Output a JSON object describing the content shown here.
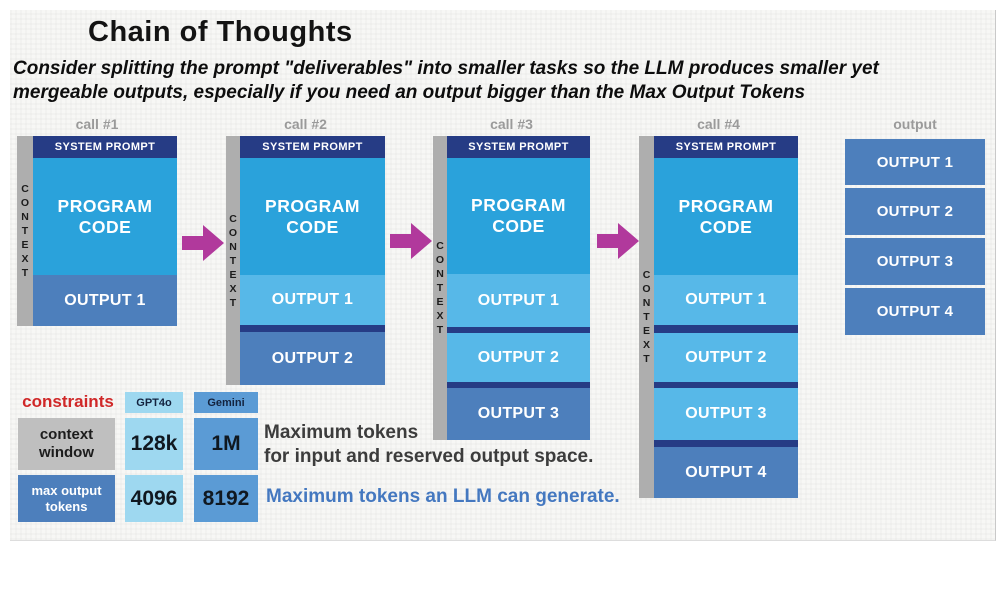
{
  "title": "Chain of Thoughts",
  "subtitle": "Consider splitting the prompt \"deliverables\" into smaller tasks so the LLM produces smaller yet\nmergeable outputs, especially if you need an output bigger than the Max Output Tokens",
  "calls": [
    {
      "label": "call #1",
      "context_label": "C\nO\nN\nT\nE\nX\nT",
      "system_prompt_label": "SYSTEM PROMPT",
      "program_code_label": "PROGRAM\nCODE",
      "outputs": [
        {
          "label": "OUTPUT 1"
        }
      ]
    },
    {
      "label": "call #2",
      "context_label": "C\nO\nN\nT\nE\nX\nT",
      "system_prompt_label": "SYSTEM PROMPT",
      "program_code_label": "PROGRAM\nCODE",
      "outputs": [
        {
          "label": "OUTPUT 1"
        },
        {
          "label": "OUTPUT 2"
        }
      ]
    },
    {
      "label": "call #3",
      "context_label": "C\nO\nN\nT\nE\nX\nT",
      "system_prompt_label": "SYSTEM PROMPT",
      "program_code_label": "PROGRAM\nCODE",
      "outputs": [
        {
          "label": "OUTPUT 1"
        },
        {
          "label": "OUTPUT 2"
        },
        {
          "label": "OUTPUT 3"
        }
      ]
    },
    {
      "label": "call #4",
      "context_label": "C\nO\nN\nT\nE\nX\nT",
      "system_prompt_label": "SYSTEM PROMPT",
      "program_code_label": "PROGRAM\nCODE",
      "outputs": [
        {
          "label": "OUTPUT 1"
        },
        {
          "label": "OUTPUT 2"
        },
        {
          "label": "OUTPUT 3"
        },
        {
          "label": "OUTPUT 4"
        }
      ]
    }
  ],
  "output_column": {
    "label": "output",
    "items": [
      {
        "label": "OUTPUT 1"
      },
      {
        "label": "OUTPUT 2"
      },
      {
        "label": "OUTPUT 3"
      },
      {
        "label": "OUTPUT 4"
      }
    ]
  },
  "constraints_table": {
    "title": "constraints",
    "model_columns": [
      "GPT4o",
      "Gemini"
    ],
    "rows": [
      {
        "label": "context window",
        "gpt4o": "128k",
        "gemini": "1M"
      },
      {
        "label": "max output tokens",
        "gpt4o": "4096",
        "gemini": "8192"
      }
    ]
  },
  "annotations": {
    "context_window_note": "Maximum tokens\nfor input and reserved output space.",
    "max_output_note": "Maximum tokens an LLM can generate."
  },
  "colors": {
    "system_prompt_navy": "#263c85",
    "program_code_blue": "#2aa2db",
    "output_sky_blue": "#57b8e8",
    "output_steel_blue": "#4d7fbc",
    "table_light_blue": "#9ed8f0",
    "table_medium_blue": "#5b9bd5",
    "context_strip_gray": "#aeaeae",
    "label_cell_gray": "#bfbfbf",
    "column_header_gray": "#9a9a9a",
    "constraints_red": "#d02828",
    "arrow_magenta": "#b1399c",
    "note_blue": "#4478c0"
  }
}
